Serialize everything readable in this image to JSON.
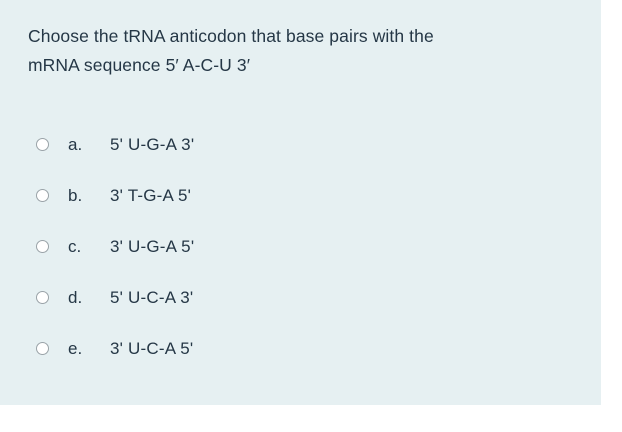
{
  "panel": {
    "background_color": "#e6f0f2",
    "text_color": "#253746",
    "radio_border_color": "#9aa3a8"
  },
  "question": {
    "text": "Choose the tRNA anticodon that base pairs with the\nmRNA sequence 5′ A-C-U 3′",
    "line_1": "Choose the tRNA anticodon that base pairs with the",
    "line_2": "mRNA sequence 5′ A-C-U 3′"
  },
  "options": [
    {
      "letter": "a.",
      "text": "5' U-G-A 3'",
      "selected": false
    },
    {
      "letter": "b.",
      "text": "3' T-G-A 5'",
      "selected": false
    },
    {
      "letter": "c.",
      "text": "3' U-G-A 5'",
      "selected": false
    },
    {
      "letter": "d.",
      "text": "5' U-C-A 3'",
      "selected": false
    },
    {
      "letter": "e.",
      "text": "3' U-C-A 5'",
      "selected": false
    }
  ]
}
